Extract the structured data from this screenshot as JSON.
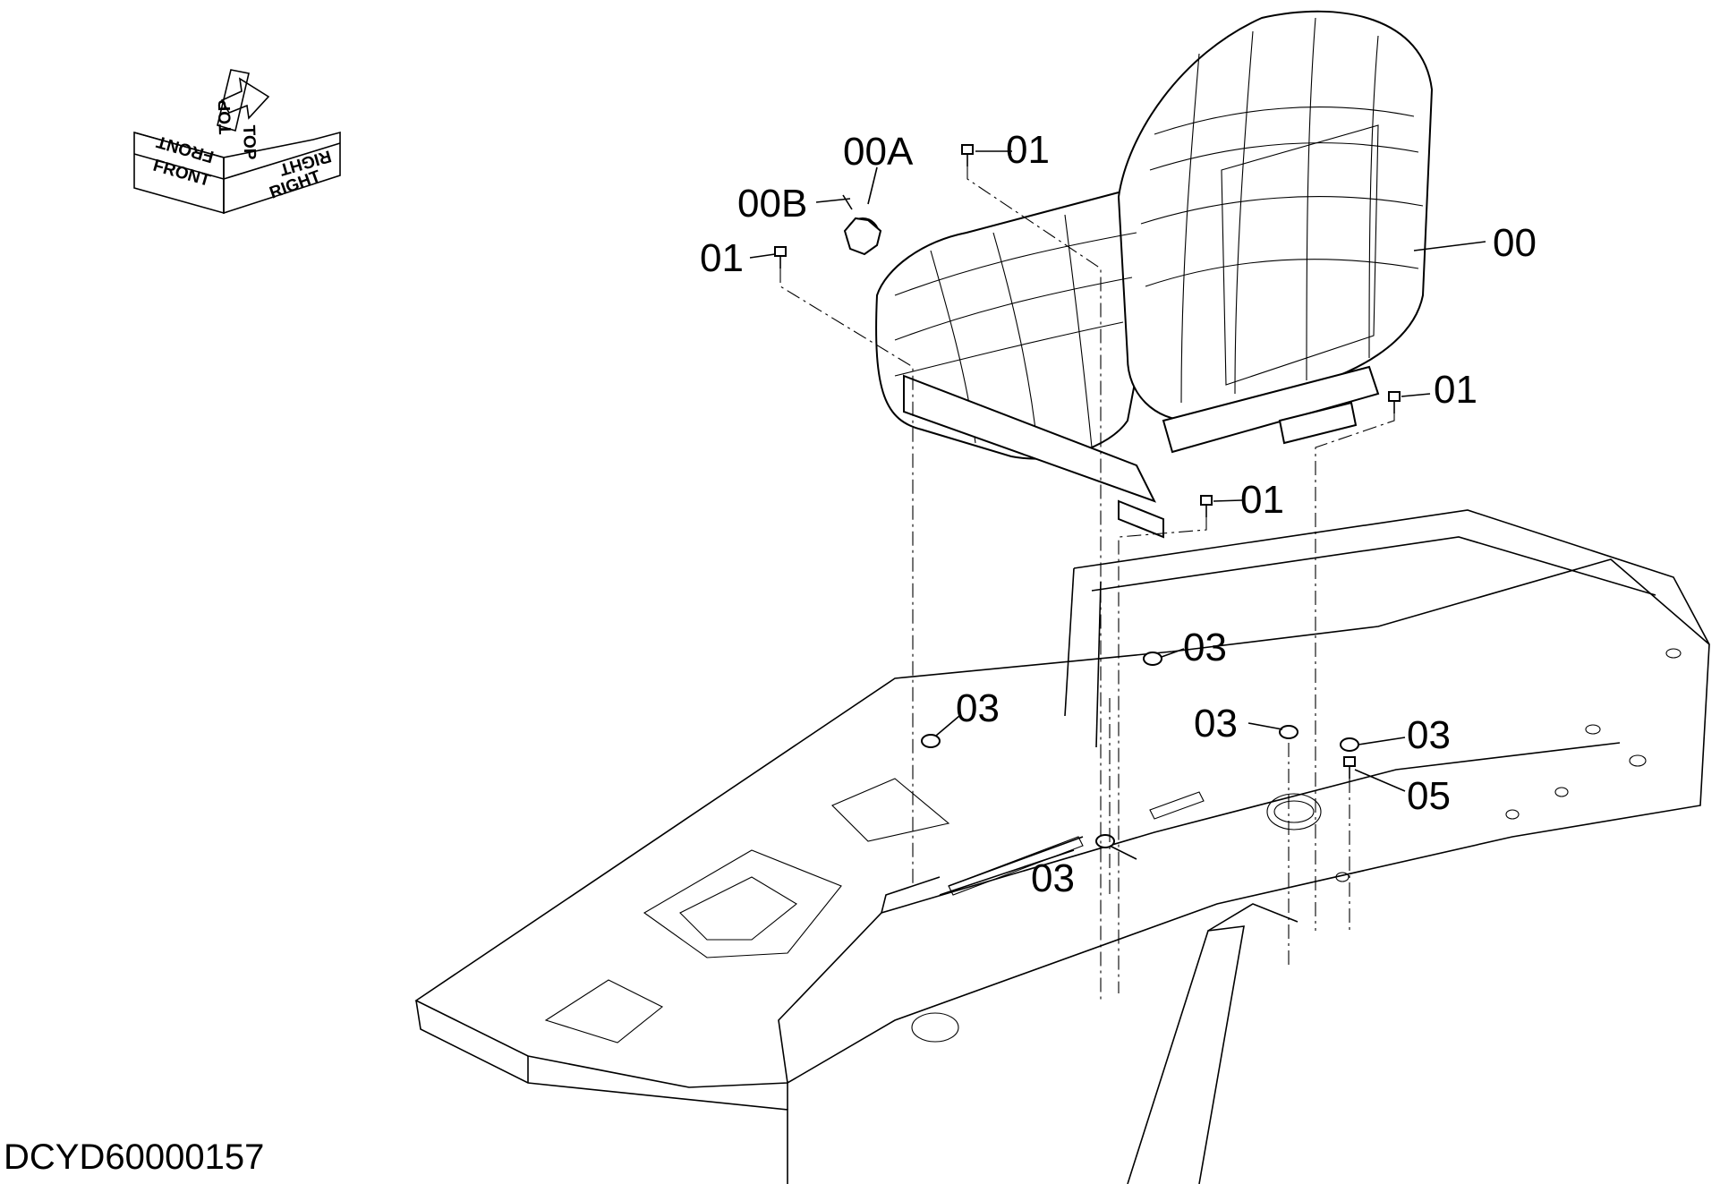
{
  "orientation": {
    "front": "FRONT",
    "top": "TOP",
    "right": "RIGHT"
  },
  "callouts": {
    "seat": "00",
    "knob": "00A",
    "pin": "00B",
    "bolt_top": "01",
    "bolt_left": "01",
    "bolt_right": "01",
    "bolt_front": "01",
    "pad_upper": "03",
    "pad_left": "03",
    "pad_center": "03",
    "pad_right": "03",
    "pad_lower": "03",
    "screw": "05"
  },
  "drawing_id": "DCYD60000157"
}
